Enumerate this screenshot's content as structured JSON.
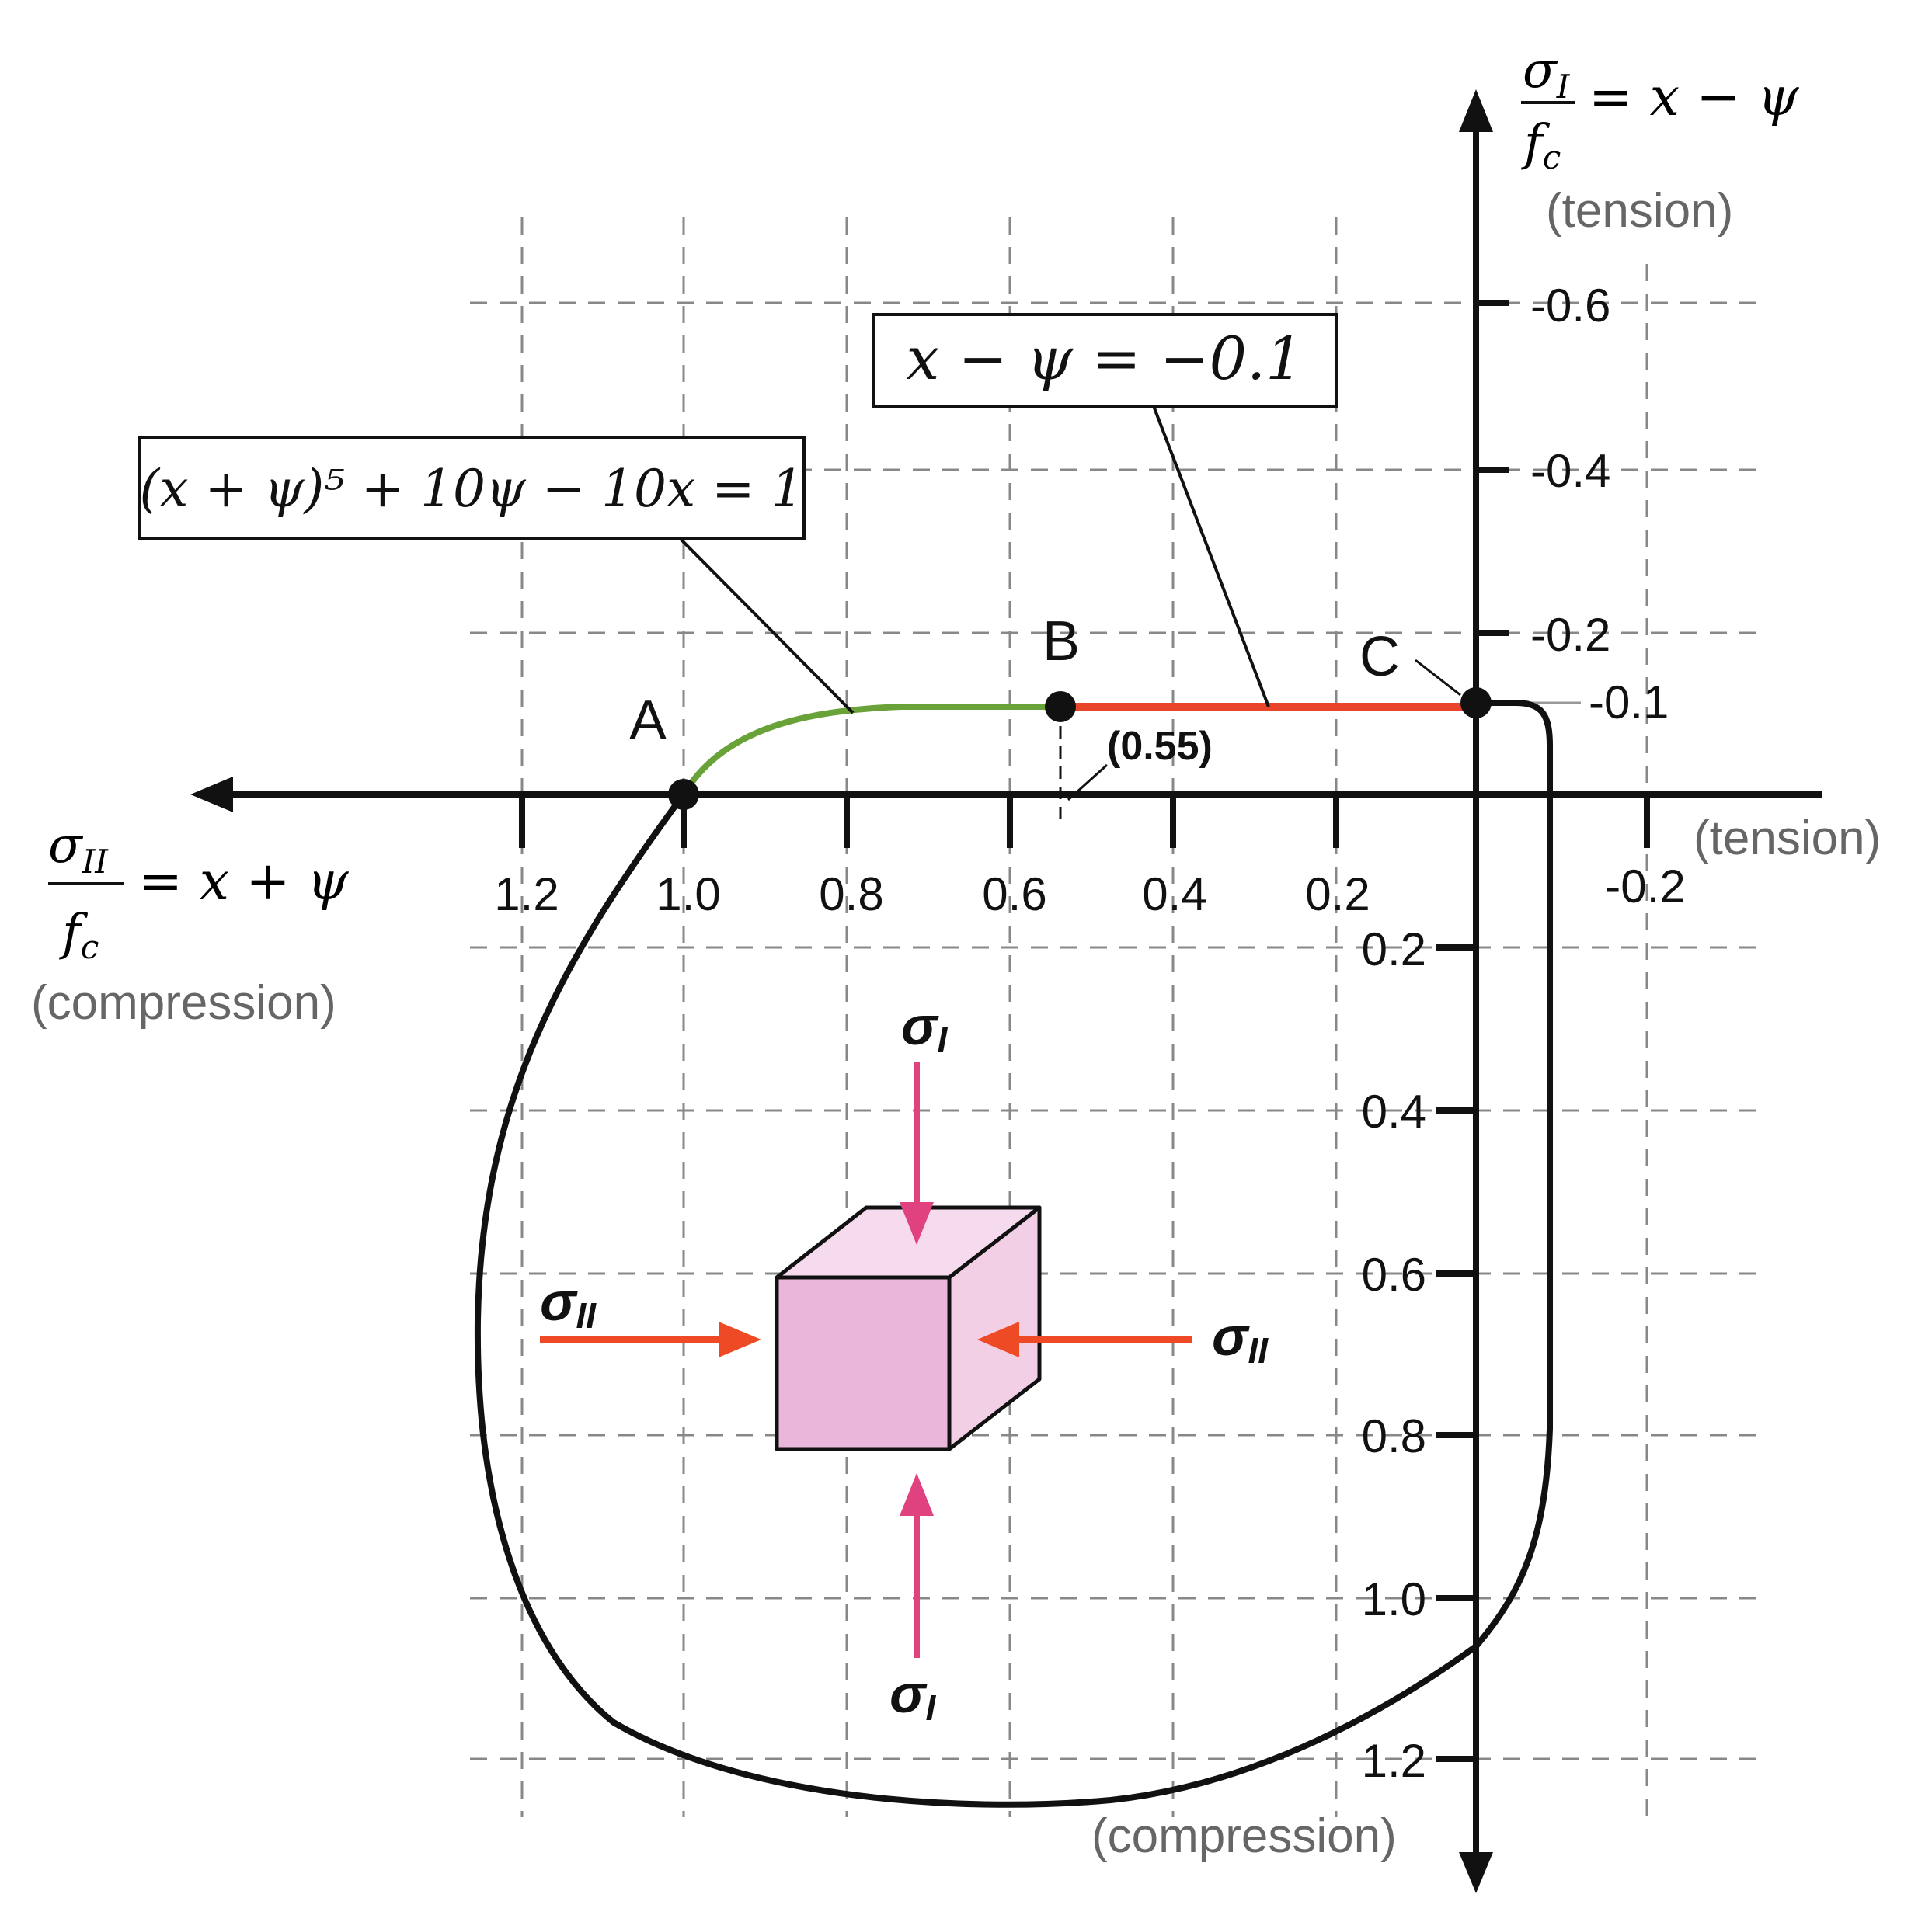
{
  "axes": {
    "horizontal": {
      "numerator": "σ",
      "numerator_sub": "II",
      "denominator": "f",
      "denominator_sub": "c",
      "rhs": "= x + ψ",
      "left_caption": "(compression)",
      "right_caption": "(tension)",
      "tick_labels": [
        "1.2",
        "1.0",
        "0.8",
        "0.6",
        "0.4",
        "0.2",
        "-0.2"
      ]
    },
    "vertical": {
      "numerator": "σ",
      "numerator_sub": "I",
      "denominator": "f",
      "denominator_sub": "c",
      "rhs": "= x − ψ",
      "top_caption": "(tension)",
      "bottom_caption": "(compression)",
      "tick_labels_upper": [
        "-0.6",
        "-0.4",
        "-0.2",
        "-0.1"
      ],
      "tick_labels_lower": [
        "0.2",
        "0.4",
        "0.6",
        "0.8",
        "1.0",
        "1.2"
      ]
    }
  },
  "points": {
    "a": "A",
    "b": "B",
    "c": "C",
    "b_value": "(0.55)"
  },
  "equations": {
    "green_curve": "(x + ψ)⁵ + 10ψ − 10x = 1",
    "red_line": "x − ψ = −0.1"
  },
  "stress_element": {
    "sigma_symbol": "σ",
    "sigma_i_sub": "I",
    "sigma_ii_sub": "II"
  },
  "colors": {
    "green_curve": "#6aa23a",
    "red_line": "#e8452b",
    "pink_arrow": "#e0417f",
    "orange_arrow": "#ee4a25",
    "cube_front": "#eab6d9",
    "cube_side": "#f3cfe6",
    "cube_top": "#f6dbee"
  }
}
